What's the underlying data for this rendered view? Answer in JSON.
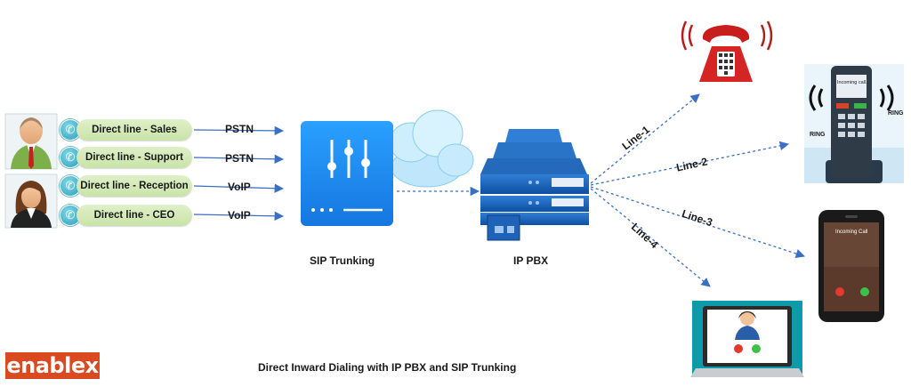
{
  "diagram": {
    "title": "Direct Inward Dialing with IP PBX and SIP Trunking",
    "logo_text": "enablex",
    "direct_lines": [
      {
        "label": "Direct line - Sales",
        "connection": "PSTN"
      },
      {
        "label": "Direct line - Support",
        "connection": "PSTN"
      },
      {
        "label": "Direct line - Reception",
        "connection": "VoIP"
      },
      {
        "label": "Direct line - CEO",
        "connection": "VoIP"
      }
    ],
    "sip_trunking_label": "SIP Trunking",
    "ip_pbx_label": "IP PBX",
    "lines": [
      "Line-1",
      "Line-2",
      "Line-3",
      "Line-4"
    ],
    "desk_phone_screen_text": "Incoming call..",
    "desk_phone_ring_left": "RING",
    "desk_phone_ring_right": "RING",
    "mobile_screen_text": "Incoming Call",
    "colors": {
      "pill": "#d6ebbf",
      "arrow": "#3a6fc4",
      "sip_box": "#1f8ff0",
      "cloud": "#bfe6fa",
      "logo": "#d94a20"
    }
  }
}
